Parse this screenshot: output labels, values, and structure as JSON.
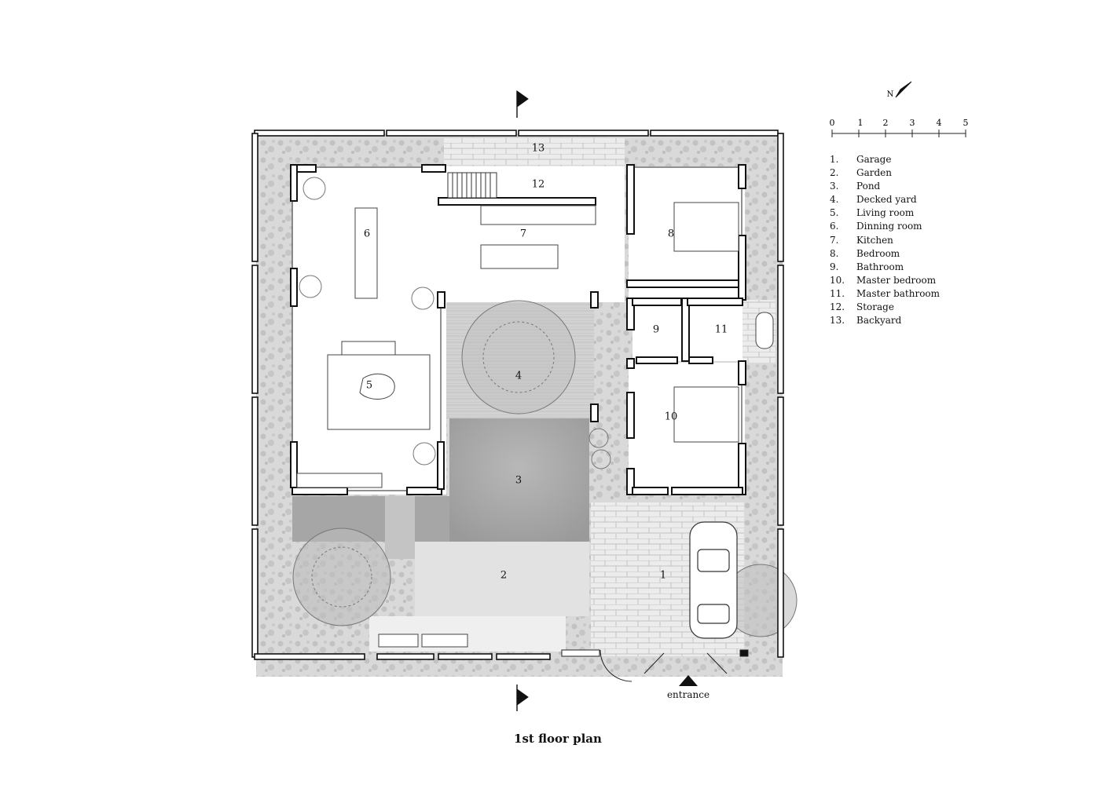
{
  "title": "1st floor plan",
  "entrance_label": "entrance",
  "north_label": "N",
  "scale_ticks": [
    "0",
    "1",
    "2",
    "3",
    "4",
    "5"
  ],
  "legend": [
    {
      "num": "1.",
      "name": "Garage"
    },
    {
      "num": "2.",
      "name": "Garden"
    },
    {
      "num": "3.",
      "name": "Pond"
    },
    {
      "num": "4.",
      "name": "Decked yard"
    },
    {
      "num": "5.",
      "name": "Living room"
    },
    {
      "num": "6.",
      "name": "Dinning room"
    },
    {
      "num": "7.",
      "name": "Kitchen"
    },
    {
      "num": "8.",
      "name": "Bedroom"
    },
    {
      "num": "9.",
      "name": "Bathroom"
    },
    {
      "num": "10.",
      "name": "Master bedroom"
    },
    {
      "num": "11.",
      "name": "Master bathroom"
    },
    {
      "num": "12.",
      "name": "Storage"
    },
    {
      "num": "13.",
      "name": "Backyard"
    }
  ],
  "room_numbers": [
    "1",
    "2",
    "3",
    "4",
    "5",
    "6",
    "7",
    "8",
    "9",
    "10",
    "11",
    "12",
    "13"
  ],
  "colors": {
    "wall": "#111111",
    "green": "#d4d4d4",
    "pond": "#a8a8a8",
    "floor": "#ffffff",
    "paving": "#e6e6e6"
  }
}
